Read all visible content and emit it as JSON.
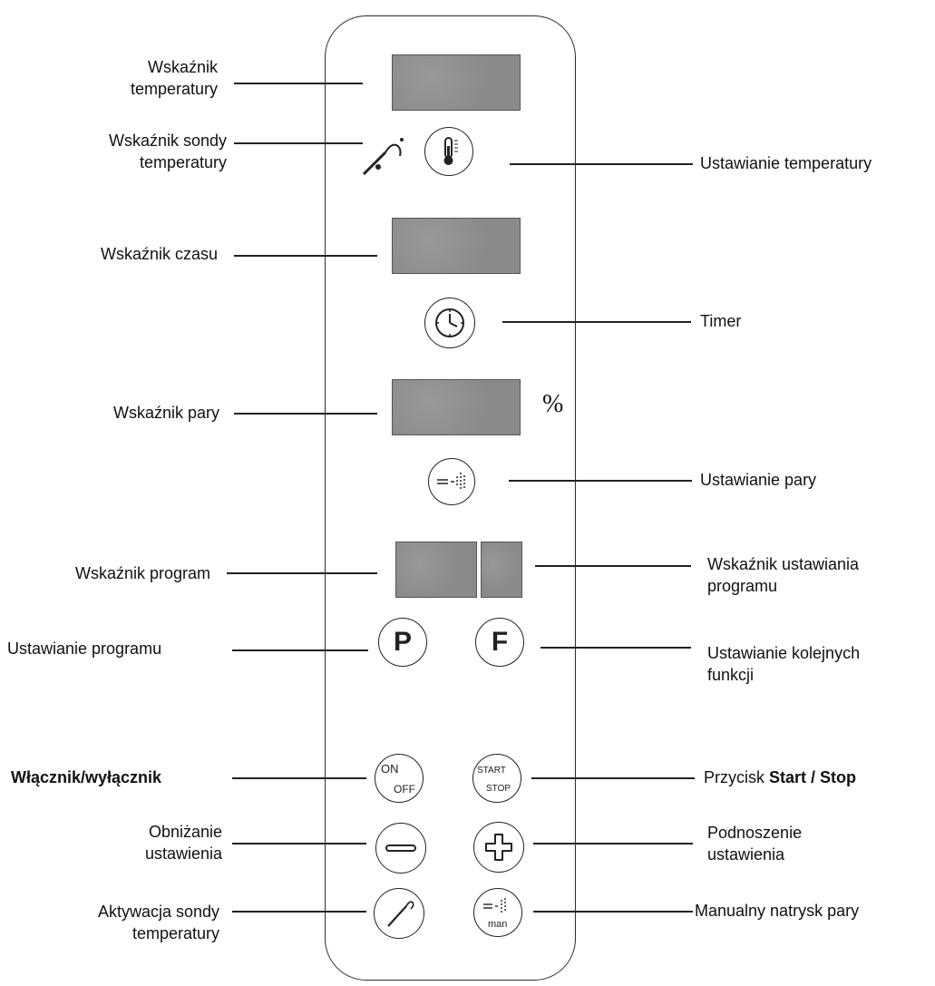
{
  "labels": {
    "temp_display": "Wskaźnik\ntemperatury",
    "probe_indicator": "Wskaźnik sondy\ntemperatury",
    "time_display": "Wskaźnik czasu",
    "steam_display": "Wskaźnik pary",
    "program_display": "Wskaźnik program",
    "program_set": "Ustawianie programu",
    "onoff": "Włącznik/wyłącznik",
    "decrease": "Obniżanie\nustawienia",
    "probe_activate": "Aktywacja sondy\ntemperatury",
    "temp_set": "Ustawianie temperatury",
    "timer": "Timer",
    "steam_set": "Ustawianie pary",
    "program_step_display": "Wskaźnik ustawiania\nprogramu",
    "next_function": "Ustawianie kolejnych\nfunkcji",
    "start_stop_prefix": "Przycisk ",
    "start_stop_bold": "Start / Stop",
    "increase": "Podnoszenie\nustawienia",
    "manual_steam": "Manualny natrysk pary"
  },
  "panel": {
    "percent_sign": "%",
    "btn_p": "P",
    "btn_f": "F",
    "btn_on": "ON",
    "btn_off": "OFF",
    "btn_start": "START",
    "btn_stop": "STOP",
    "btn_man": "man"
  },
  "colors": {
    "display_fill": "#8a8a8a",
    "line": "#222222"
  },
  "icons": [
    "thermometer-icon",
    "clock-icon",
    "steam-icon",
    "probe-icon",
    "minus-icon",
    "plus-icon"
  ]
}
